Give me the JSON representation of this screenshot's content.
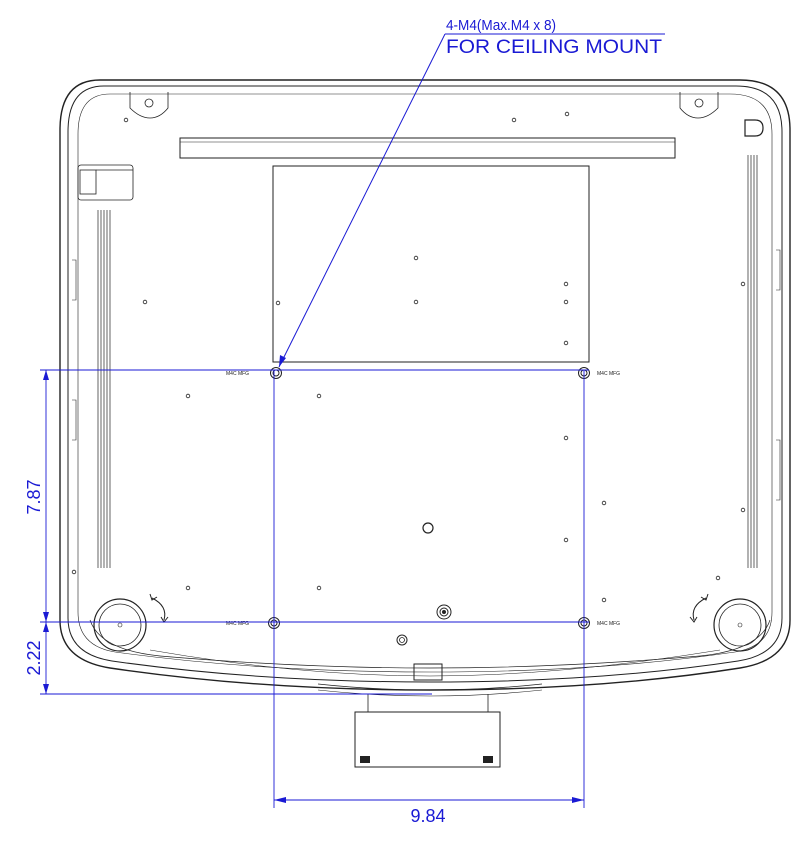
{
  "callout": {
    "spec": "4-M4(Max.M4 x 8)",
    "purpose": "FOR CEILING MOUNT"
  },
  "dimensions": {
    "height_upper": "7.87",
    "height_lower": "2.22",
    "width": "9.84"
  },
  "hole_labels": {
    "top_left": "M4C MFG",
    "top_right": "M4C MFG",
    "bottom_left": "M4C MFG",
    "bottom_right": "M4C MFG"
  },
  "colors": {
    "dimension": "#1a1ad4",
    "outline": "#222222"
  }
}
